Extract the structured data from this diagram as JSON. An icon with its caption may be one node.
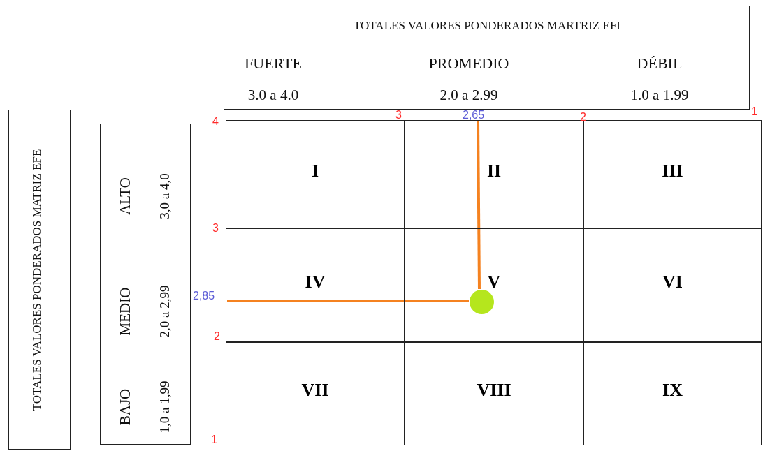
{
  "diagram": {
    "nodes": [
      {
        "text": [
          "TOTALES VALORES PONDERADOS MARTRIZ EFI",
          "FUERTE",
          "PROMEDIO",
          "DÉBIL",
          "3.0 a 4.0",
          "2.0 a 2.99",
          "1.0 a 1.99"
        ]
      },
      {
        "text": [
          "TOTALES VALORES PONDERADOS MATRIZ EFE"
        ]
      },
      {
        "text": [
          "ALTO",
          "3,0 a 4,0",
          "MEDIO",
          "2,0 a 2,99",
          "BAJO",
          "1,0 a 1,99"
        ]
      },
      {
        "text": [
          "I"
        ]
      },
      {
        "text": [
          "II"
        ]
      },
      {
        "text": [
          "III"
        ]
      },
      {
        "text": [
          "IV"
        ]
      },
      {
        "text": [
          "V"
        ]
      },
      {
        "text": [
          "VI"
        ]
      },
      {
        "text": [
          "VII"
        ]
      },
      {
        "text": [
          "VIII"
        ]
      },
      {
        "text": [
          "IX"
        ]
      },
      {
        "text": [],
        "shape": "circle",
        "in": 7
      }
    ],
    "labels": [
      "4",
      "3",
      "2,65",
      "2",
      "1",
      "3",
      "2,85",
      "2",
      "1"
    ]
  }
}
